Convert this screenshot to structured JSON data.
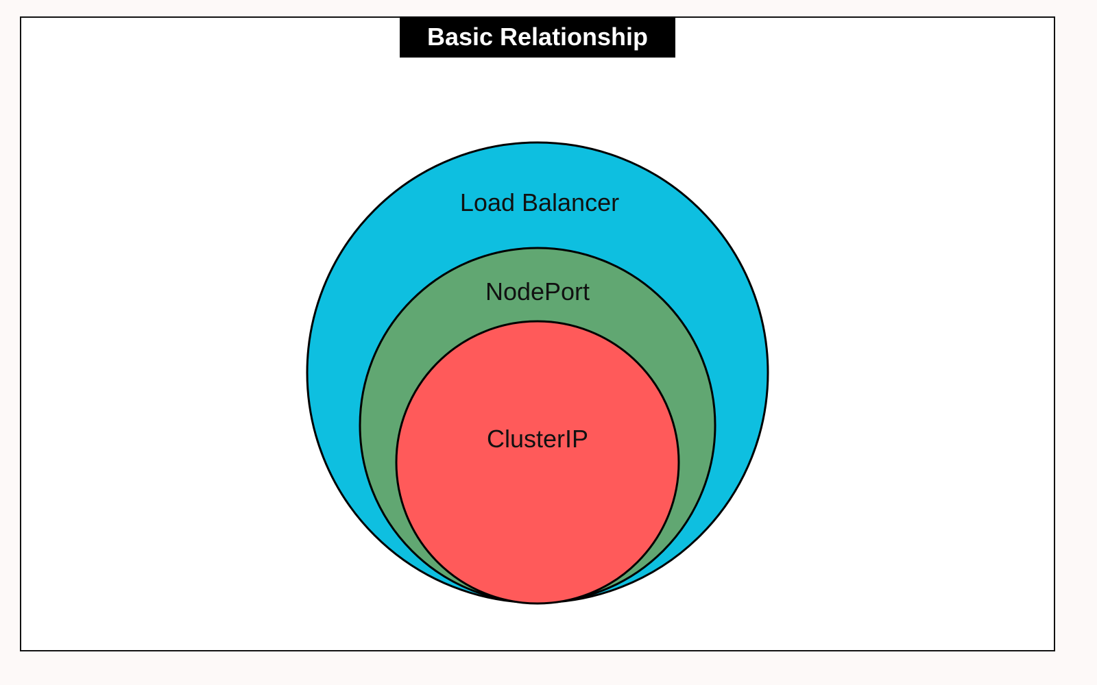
{
  "title": "Basic Relationship",
  "circles": [
    {
      "id": "load-balancer",
      "label": "Load Balancer",
      "fill": "#0ebfe0"
    },
    {
      "id": "nodeport",
      "label": "NodePort",
      "fill": "#61a772"
    },
    {
      "id": "clusterip",
      "label": "ClusterIP",
      "fill": "#ff5a5a"
    }
  ],
  "stroke_color": "#000000"
}
